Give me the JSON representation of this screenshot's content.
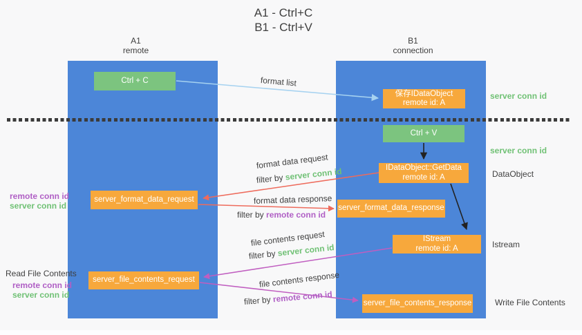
{
  "title": {
    "line1": "A1 - Ctrl+C",
    "line2": "B1 - Ctrl+V"
  },
  "lanes": {
    "left": {
      "header": {
        "line1": "A1",
        "line2": "remote"
      }
    },
    "right": {
      "header": {
        "line1": "B1",
        "line2": "connection"
      }
    }
  },
  "nodes": {
    "ctrl_c": {
      "label": "Ctrl + C"
    },
    "save_idataobject": {
      "line1": "保存IDataObject",
      "line2": "remote id: A"
    },
    "ctrl_v": {
      "label": "Ctrl + V"
    },
    "idataobject_getdata": {
      "line1": "IDataObject::GetData",
      "line2": "remote id: A"
    },
    "server_format_data_request": {
      "label": "server_format_data_request"
    },
    "server_format_data_response": {
      "label": "server_format_data_response"
    },
    "istream": {
      "line1": "IStream",
      "line2": "remote id: A"
    },
    "server_file_contents_request": {
      "label": "server_file_contents_request"
    },
    "server_file_contents_response": {
      "label": "server_file_contents_response"
    }
  },
  "right_labels": {
    "server_conn_id_top": "server conn id",
    "server_conn_id_mid": "server conn id",
    "dataobject": "DataObject",
    "istream": "Istream",
    "write_file_contents": "Write File Contents"
  },
  "left_labels": {
    "remote_conn_id_1": "remote conn id",
    "server_conn_id_1": "server conn id",
    "read_file_contents": "Read File Contents",
    "remote_conn_id_2": "remote conn id",
    "server_conn_id_2": "server conn id"
  },
  "edge_labels": {
    "format_list": "format list",
    "format_data_request": "format data request",
    "format_data_response": "format data response",
    "file_contents_request": "file contents request",
    "file_contents_response": "file contents response",
    "filter_by": "filter by",
    "server_conn_id": "server conn id",
    "remote_conn_id": "remote conn id"
  },
  "colors": {
    "background": "#f8f8f9",
    "lane_blue": "#4c86d8",
    "node_green": "#7cc47f",
    "node_orange": "#f7a83c",
    "arrow_light_blue": "#a6d2f0",
    "arrow_red": "#ee6b5c",
    "arrow_magenta": "#c05ec0",
    "arrow_black": "#222222",
    "text_green": "#70c175",
    "text_purple": "#b05fc5",
    "text_dark": "#3f3f3f",
    "divider": "#3b3b3b"
  }
}
